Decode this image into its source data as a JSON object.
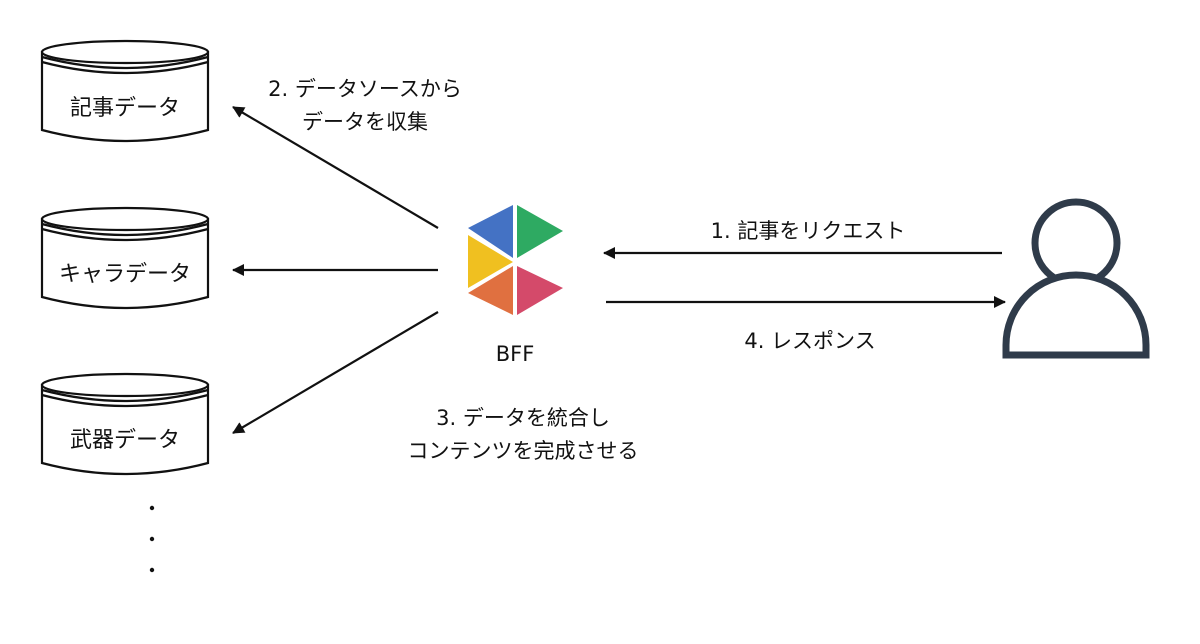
{
  "databases": [
    {
      "label": "記事データ"
    },
    {
      "label": "キャラデータ"
    },
    {
      "label": "武器データ"
    }
  ],
  "ellipsis": "・・・",
  "bff": {
    "label": "BFF",
    "logo_colors": [
      "#4472c4",
      "#2eaa62",
      "#f0c020",
      "#e07040",
      "#d44a6a"
    ]
  },
  "client": {
    "icon": "user-icon",
    "color": "#2f3b4a"
  },
  "edges": {
    "collect": {
      "line1": "2. データソースから",
      "line2": "データを収集"
    },
    "integrate": {
      "line1": "3. データを統合し",
      "line2": "コンテンツを完成させる"
    },
    "request": {
      "label": "1. 記事をリクエスト"
    },
    "response": {
      "label": "4. レスポンス"
    }
  }
}
